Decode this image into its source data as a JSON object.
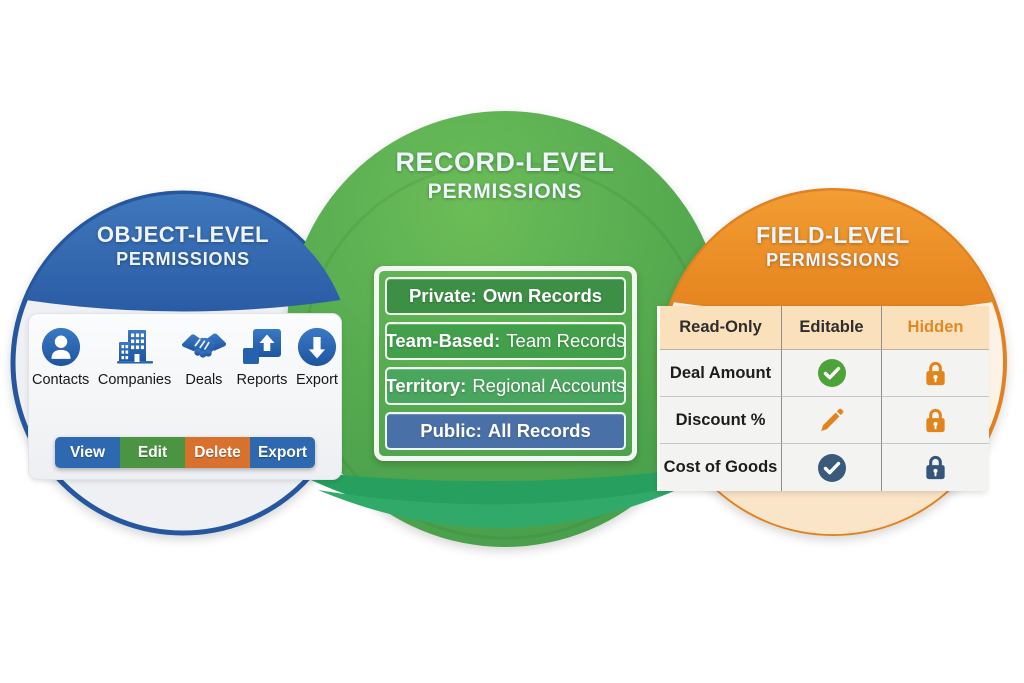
{
  "left_circle": {
    "title_line1": "OBJECT-LEVEL",
    "title_line2": "PERMISSIONS",
    "objects": [
      {
        "label": "Contacts",
        "icon": "contact-person-icon"
      },
      {
        "label": "Companies",
        "icon": "company-building-icon"
      },
      {
        "label": "Deals",
        "icon": "handshake-icon"
      },
      {
        "label": "Reports",
        "icon": "report-up-arrow-icon"
      },
      {
        "label": "Export",
        "icon": "export-down-arrow-icon"
      }
    ],
    "actions": [
      {
        "label": "View",
        "color": "#2d68b1"
      },
      {
        "label": "Edit",
        "color": "#4b9542"
      },
      {
        "label": "Delete",
        "color": "#d9712e"
      },
      {
        "label": "Export",
        "color": "#2d68b1"
      }
    ]
  },
  "record_circle": {
    "title_line1": "RECORD-LEVEL",
    "title_line2": "PERMISSIONS",
    "levels": [
      {
        "label": "Private:",
        "desc": "Own Records",
        "desc_class": "desc bold",
        "color": "#3c8f45"
      },
      {
        "label": "Team-Based:",
        "desc": "Team Records",
        "desc_class": "desc normal",
        "color": "#42a04b"
      },
      {
        "label": "Territory:",
        "desc": "Regional Accounts",
        "desc_class": "desc normal",
        "color": "#4aa55e"
      },
      {
        "label": "Public:",
        "desc": "All Records",
        "desc_class": "desc bold",
        "color": "#4a70a8"
      }
    ]
  },
  "field_circle": {
    "title_line1": "FIELD-LEVEL",
    "title_line2": "PERMISSIONS",
    "table": {
      "headers": [
        {
          "label": "Read-Only",
          "color": "#2e2e2e"
        },
        {
          "label": "Editable",
          "color": "#2e2e2e"
        },
        {
          "label": "Hidden",
          "color": "#df8a26"
        }
      ],
      "rows": [
        {
          "field": "Deal Amount",
          "editable_icon": "check-circle-green",
          "hidden_icon": "lock-orange"
        },
        {
          "field": "Discount %",
          "editable_icon": "pencil-orange",
          "hidden_icon": "lock-orange"
        },
        {
          "field": "Cost of Goods",
          "editable_icon": "check-circle-navy",
          "hidden_icon": "lock-navy"
        }
      ]
    }
  },
  "colors": {
    "object_circle_accent": "#2b5da6",
    "record_circle_green": "#53a94f",
    "field_circle_accent": "#e8891f",
    "bottom_lens_green": "#2da263",
    "icon_blue": "#2160ab",
    "table_header_bg": "#fbe0bc",
    "check_green": "#4ea23a",
    "lock_orange": "#e2841c",
    "navy": "#3a5a7d"
  }
}
